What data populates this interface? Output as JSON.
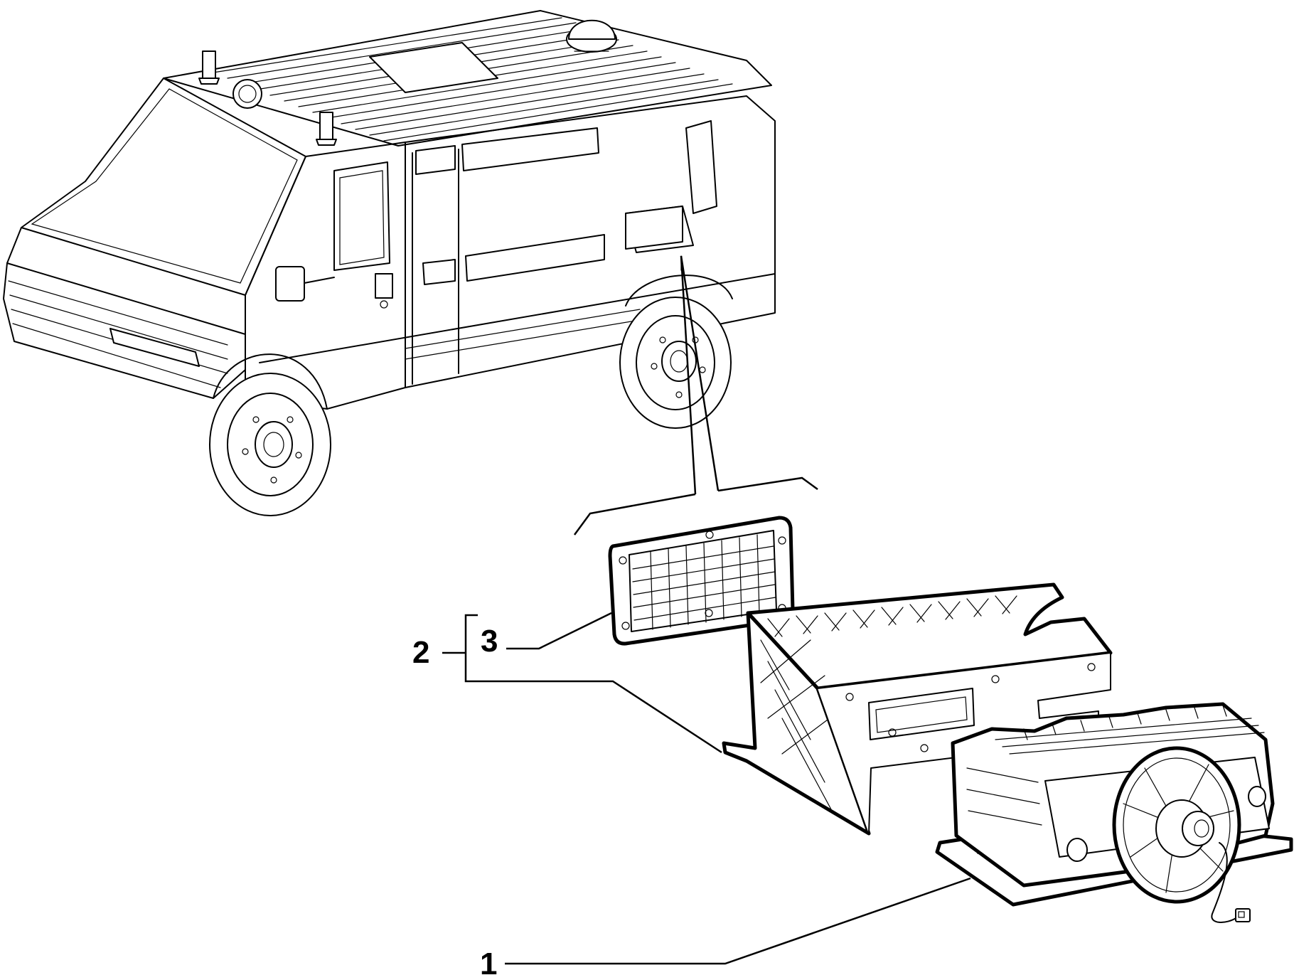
{
  "diagram": {
    "callouts": [
      {
        "id": "1",
        "label": "1"
      },
      {
        "id": "2",
        "label": "2"
      },
      {
        "id": "3",
        "label": "3"
      }
    ],
    "parts": {
      "vehicle": "van-illustration",
      "grille": "ventilation-grille",
      "bracket": "support-bracket",
      "heater": "heater-unit"
    }
  }
}
